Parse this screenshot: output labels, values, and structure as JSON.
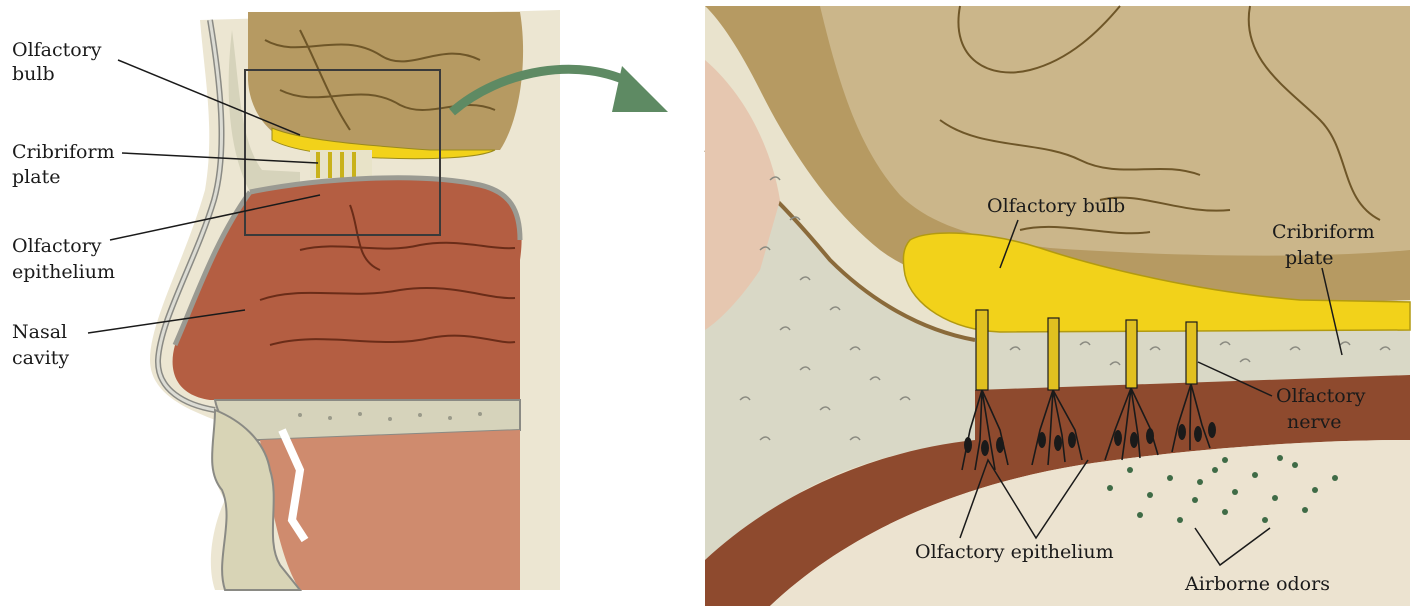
{
  "left_panel": {
    "labels": {
      "olfactory_bulb": [
        "Olfactory",
        "bulb"
      ],
      "cribriform_plate": [
        "Cribriform",
        "plate"
      ],
      "olfactory_epithelium": [
        "Olfactory",
        "epithelium"
      ],
      "nasal_cavity": [
        "Nasal",
        "cavity"
      ]
    }
  },
  "right_panel": {
    "labels": {
      "olfactory_bulb": "Olfactory bulb",
      "cribriform_plate": [
        "Cribriform",
        "plate"
      ],
      "olfactory_nerve": [
        "Olfactory",
        "nerve"
      ],
      "olfactory_epithelium": "Olfactory epithelium",
      "airborne_odors": "Airborne odors"
    }
  },
  "colors": {
    "brain": "#b69a62",
    "brain_light": "#cbb68a",
    "bulb": "#f2d21a",
    "bone": "#d9d8c6",
    "cavity": "#b45e42",
    "cavity_light": "#cf8b6e",
    "mucosa": "#8e4a2e",
    "skin": "#ece6d2",
    "arrow": "#5e8a63",
    "line": "#1a1a1a"
  }
}
